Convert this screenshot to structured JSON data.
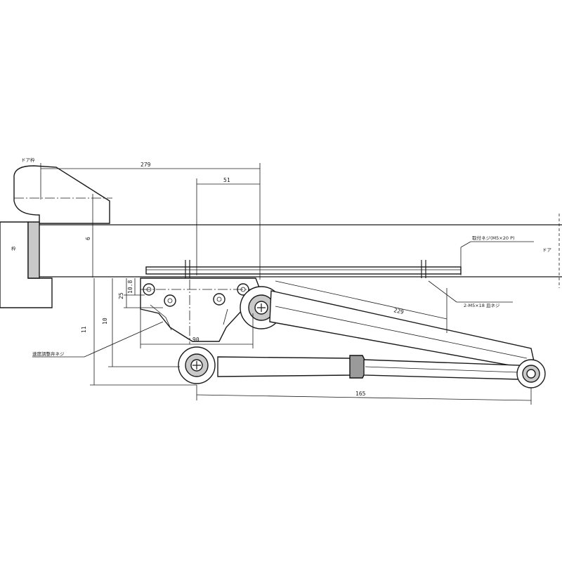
{
  "labels": {
    "top_left": "ドア枠",
    "frame": "枠",
    "door": "ドア",
    "screw_main": "取付ネジ(M5×20 P)",
    "screw_sub": "2-M5×18 皿ネジ",
    "bracket": "速度調整弁ネジ"
  },
  "dimensions": {
    "overall_width": "279",
    "bracket_offset": "51",
    "arm_length": "229",
    "link_length": "165",
    "bracket_width": "90",
    "offset_small_a": "25",
    "offset_small_b": "10.8",
    "height_a": "11",
    "height_b": "10",
    "gap": "6"
  }
}
